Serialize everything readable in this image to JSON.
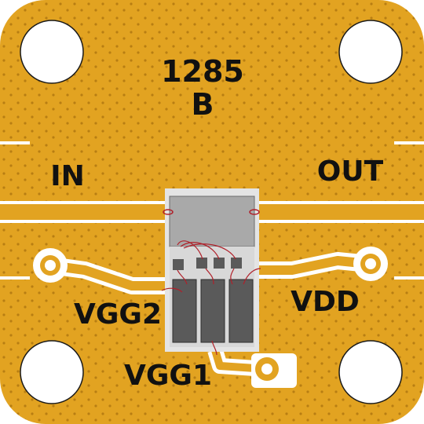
{
  "board": {
    "part_number": "1285",
    "revision": "B",
    "labels": {
      "input": "IN",
      "output": "OUT",
      "gate_bias_2": "VGG2",
      "gate_bias_1": "VGG1",
      "drain_supply": "VDD"
    }
  },
  "colors": {
    "gold": "#E2A321",
    "gold_dark": "#C98C14",
    "via": "#B07810",
    "trace": "#FFFFFF",
    "chip_body": "#A9A9A9",
    "chip_border": "#E4E4E4",
    "pad_dark": "#5A5A5A",
    "bond_wire": "#B0202A",
    "silkscreen": "#111111"
  }
}
